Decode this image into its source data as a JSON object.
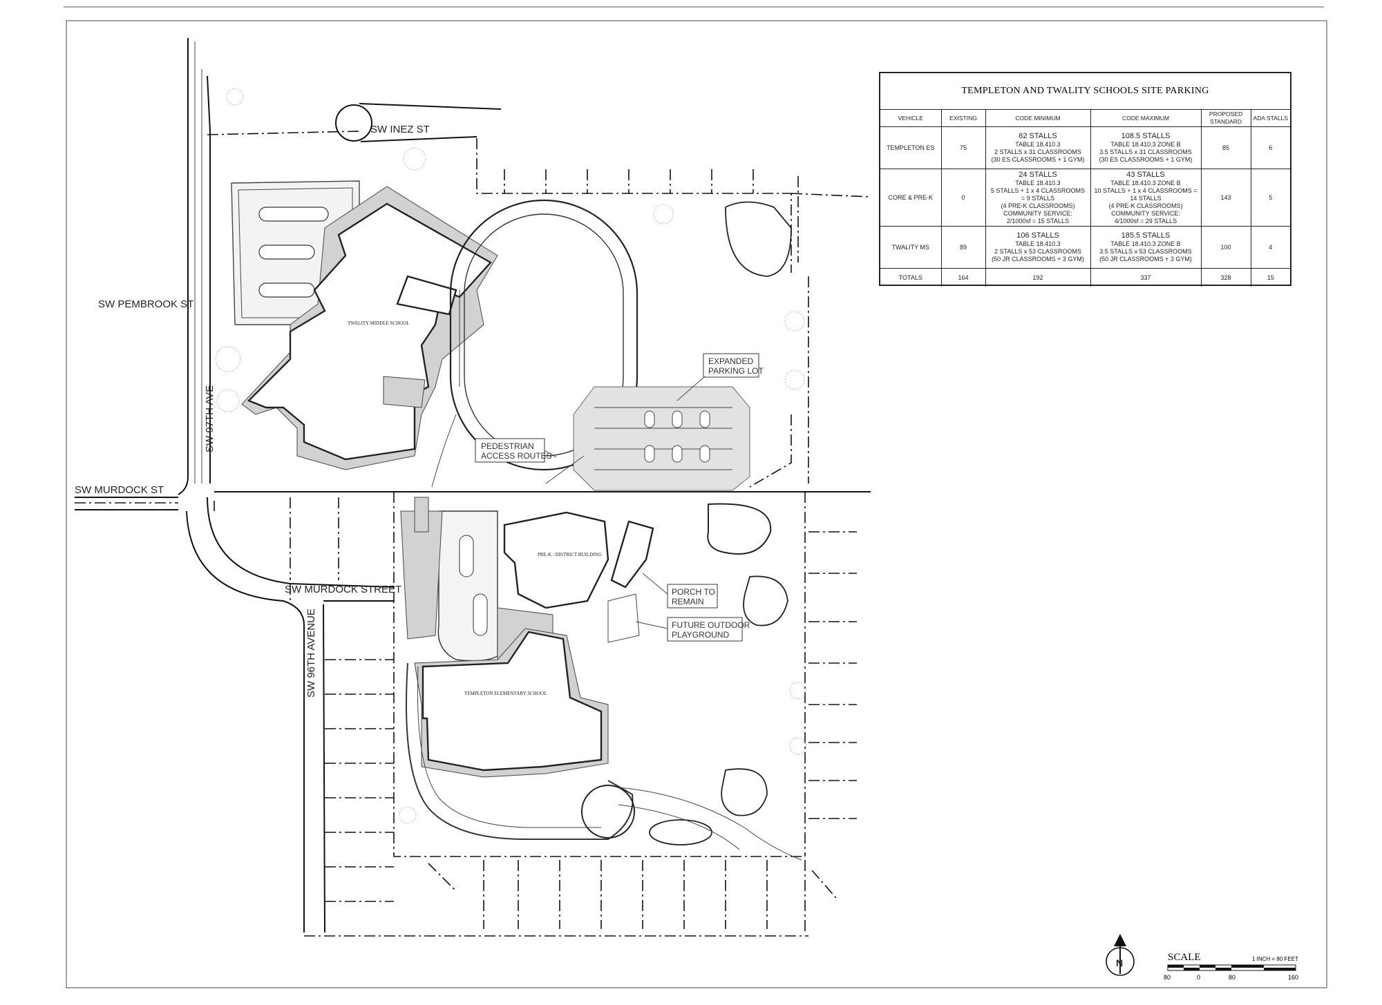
{
  "streets": {
    "inez": "SW INEZ ST",
    "pembrook": "SW PEMBROOK ST",
    "ave97": "SW 97TH AVE",
    "murdock_st": "SW MURDOCK ST",
    "murdock_street": "SW MURDOCK STREET",
    "ave96": "SW 96TH AVENUE"
  },
  "buildings": {
    "twality": "TWALITY MIDDLE SCHOOL",
    "district": "PRE-K / DISTRICT BUILDING",
    "templeton": "TEMPLETON ELEMENTARY SCHOOL"
  },
  "callouts": {
    "pedestrian": [
      "PEDESTRIAN",
      "ACCESS ROUTES"
    ],
    "expanded": [
      "EXPANDED",
      "PARKING LOT"
    ],
    "porch": [
      "PORCH TO",
      "REMAIN"
    ],
    "playground": [
      "FUTURE OUTDOOR",
      "PLAYGROUND"
    ]
  },
  "table": {
    "title": "TEMPLETON AND TWALITY SCHOOLS SITE PARKING",
    "headers": [
      "VEHICLE",
      "EXISTING",
      "CODE MINIMUM",
      "CODE MAXIMUM",
      "PROPOSED STANDARD",
      "ADA STALLS"
    ],
    "rows": [
      {
        "vehicle": "TEMPLETON ES",
        "existing": "75",
        "min_big": "62 STALLS",
        "min_detail": [
          "TABLE 18.410.3",
          "2 STALLS x 31 CLASSROOMS",
          "(30 ES CLASSROOMS + 1 GYM)"
        ],
        "max_big": "108.5 STALLS",
        "max_detail": [
          "TABLE 18.410.3 ZONE B",
          "3.5 STALLS x 31 CLASSROOMS",
          "(30 ES CLASSROOMS + 1 GYM)"
        ],
        "proposed": "85",
        "ada": "6"
      },
      {
        "vehicle": "CORE & PRE-K",
        "existing": "0",
        "min_big": "24 STALLS",
        "min_detail": [
          "TABLE 18.410.3",
          "5 STALLS + 1 x 4 CLASSROOMS",
          "= 9 STALLS",
          "(4 PRE-K CLASSROOMS)",
          "COMMUNITY SERVICE:",
          "2/1000sf = 15 STALLS"
        ],
        "max_big": "43 STALLS",
        "max_detail": [
          "TABLE 18.410.3 ZONE B",
          "10 STALLS + 1 x 4 CLASSROOMS =",
          "14 STALLS",
          "(4 PRE-K CLASSROOMS)",
          "COMMUNITY SERVICE:",
          "4/1000sf = 29 STALLS"
        ],
        "proposed": "143",
        "ada": "5"
      },
      {
        "vehicle": "TWALITY MS",
        "existing": "89",
        "min_big": "106 STALLS",
        "min_detail": [
          "TABLE 18.410.3",
          "2 STALLS x 53 CLASSROOMS",
          "(50 JR CLASSROOMS + 3 GYM)"
        ],
        "max_big": "185.5 STALLS",
        "max_detail": [
          "TABLE 18.410.3 ZONE B",
          "3.5 STALLS x 53 CLASSROOMS",
          "(50 JR CLASSROOMS + 3 GYM)"
        ],
        "proposed": "100",
        "ada": "4"
      }
    ],
    "totals": {
      "label": "TOTALS",
      "existing": "164",
      "min": "192",
      "max": "337",
      "proposed": "328",
      "ada": "15"
    }
  },
  "north_label": "N",
  "scale": {
    "title": "SCALE",
    "note": "1 INCH = 80 FEET",
    "ticks": [
      "80",
      "0",
      "80",
      "160"
    ]
  }
}
